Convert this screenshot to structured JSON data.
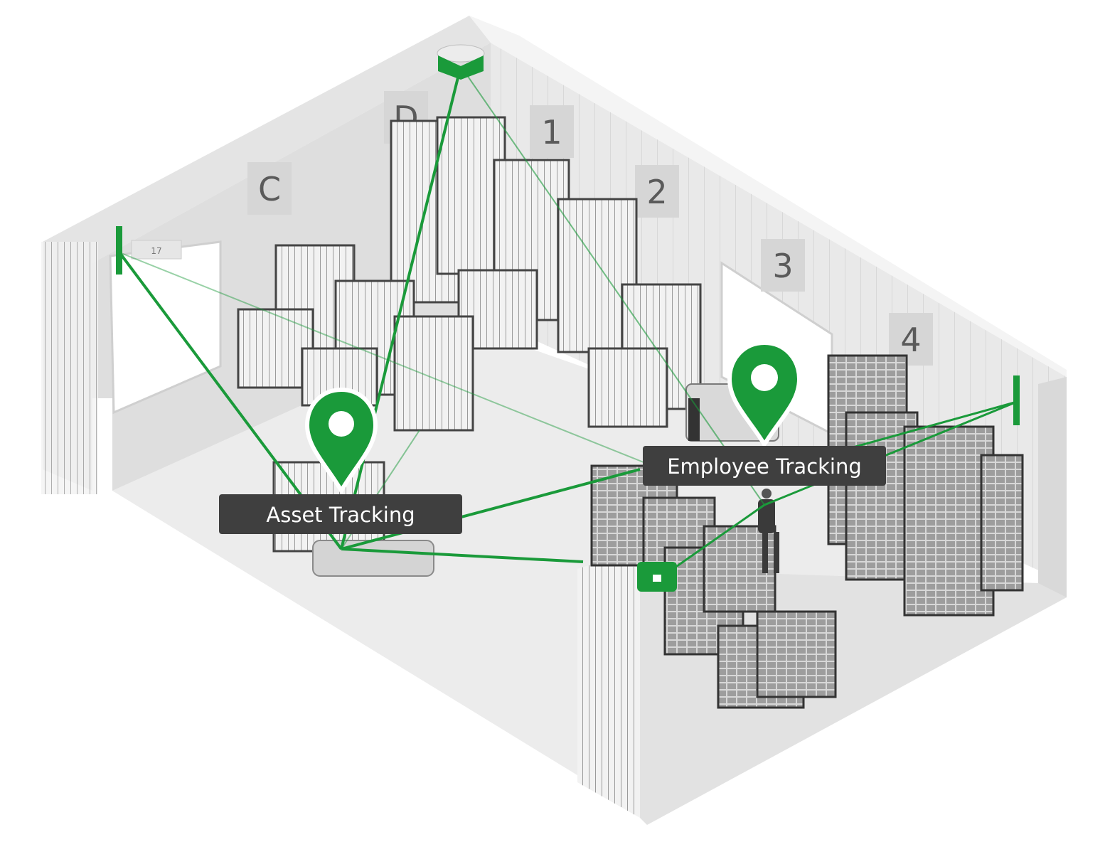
{
  "callouts": {
    "asset": "Asset Tracking",
    "employee": "Employee Tracking"
  },
  "zones": {
    "c": "C",
    "d": "D",
    "dock_1": "1",
    "dock_2": "2",
    "dock_3": "3",
    "dock_4": "4"
  },
  "door_sign": "17",
  "colors": {
    "accent": "#1a9a3a",
    "callout_bg": "#3f3f3f",
    "floor": "#ebebeb",
    "wall": "#e0e0e0"
  }
}
